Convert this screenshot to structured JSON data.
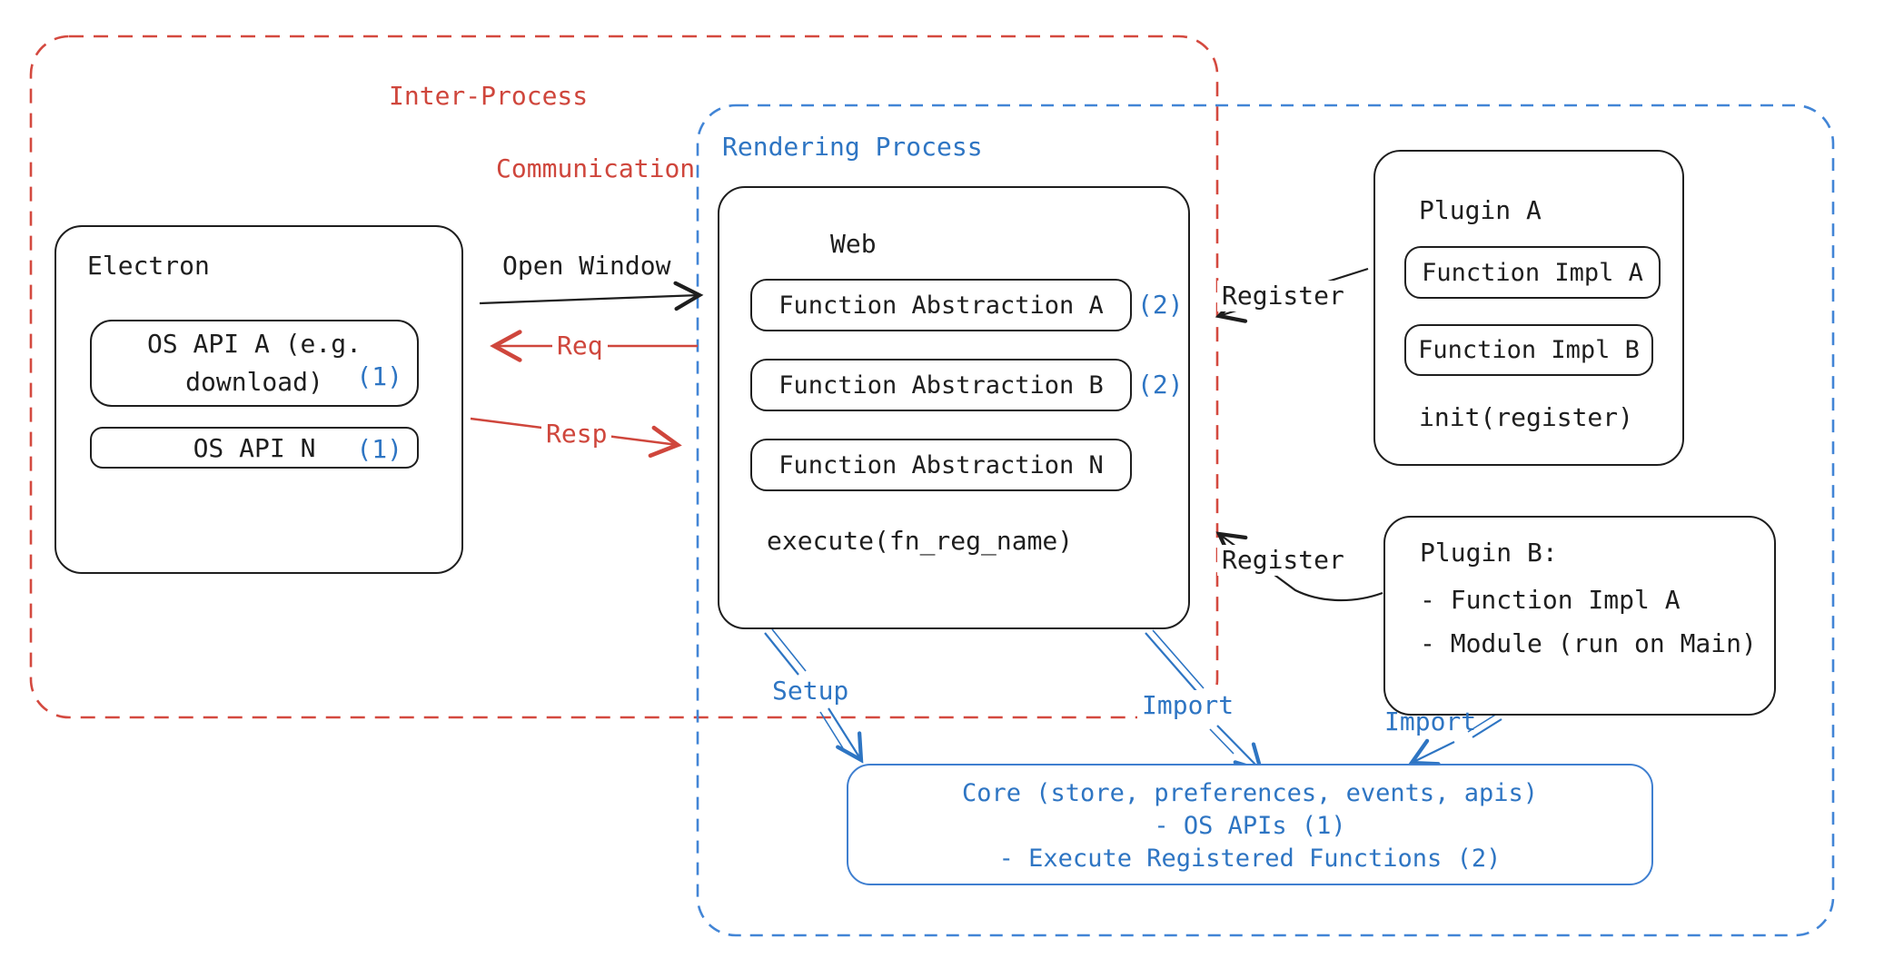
{
  "colors": {
    "ink": "#1e1e1e",
    "red": "#cf463c",
    "red_dashed_border": "#d4493f",
    "blue": "#2e75c3",
    "blue_dashed_border": "#4285d6",
    "background": "#ffffff"
  },
  "ipc": {
    "label_line1": "Inter-Process",
    "label_line2": "Communication"
  },
  "rendering": {
    "label": "Rendering Process"
  },
  "electron": {
    "title": "Electron",
    "os_api_a_line1": "OS API A (e.g.",
    "os_api_a_line2": "download)",
    "os_api_a_badge": "(1)",
    "os_api_n_label": "OS API N",
    "os_api_n_badge": "(1)"
  },
  "web": {
    "title": "Web",
    "abstractions": [
      {
        "label": "Function Abstraction A",
        "badge": "(2)"
      },
      {
        "label": "Function Abstraction B",
        "badge": "(2)"
      },
      {
        "label": "Function Abstraction N",
        "badge": ""
      }
    ],
    "execute_label": "execute(fn_reg_name)"
  },
  "plugin_a": {
    "title": "Plugin A",
    "impl_a": "Function Impl A",
    "impl_b": "Function Impl B",
    "init_label": "init(register)"
  },
  "plugin_b": {
    "title": "Plugin B:",
    "item_1": "- Function Impl A",
    "item_2": "- Module (run on Main)"
  },
  "core": {
    "line1": "Core (store, preferences, events, apis)",
    "line2": "- OS APIs (1)",
    "line3": "- Execute Registered Functions (2)"
  },
  "arrows": {
    "open_window": "Open Window",
    "req": "Req",
    "resp": "Resp",
    "register_plugin_a": "Register",
    "register_plugin_b": "Register",
    "setup": "Setup",
    "import_web": "Import",
    "import_plugin_b": "Import"
  }
}
